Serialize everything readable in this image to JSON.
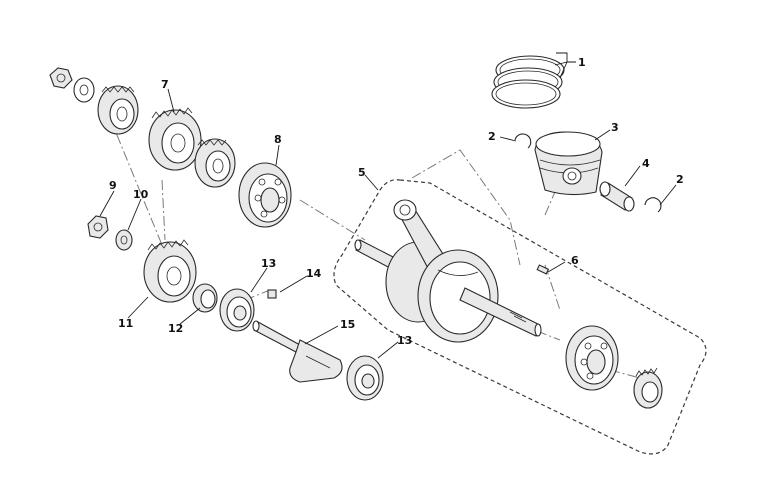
{
  "callouts": {
    "c1": "1",
    "c2a": "2",
    "c2b": "2",
    "c3": "3",
    "c4": "4",
    "c5": "5",
    "c6": "6",
    "c7": "7",
    "c8": "8",
    "c9": "9",
    "c10": "10",
    "c11": "11",
    "c12": "12",
    "c13a": "13",
    "c13b": "13",
    "c14": "14",
    "c15": "15"
  },
  "colors": {
    "line": "#2a2a2a",
    "shade": "#e9e9e9",
    "assembly_outline": "#3a3a3a"
  }
}
